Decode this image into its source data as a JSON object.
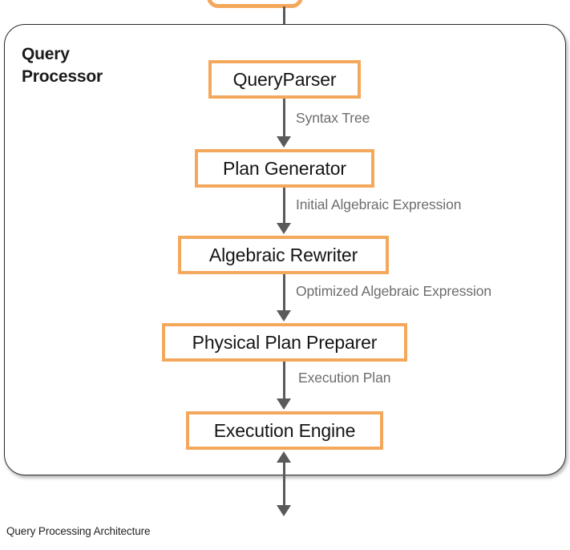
{
  "caption": "Query Processing Architecture",
  "container": {
    "title": "Query\nProcessor",
    "title_line1": "Query",
    "title_line2": "Processor",
    "border_color": "#2b2b2b"
  },
  "colors": {
    "node_border": "#f4a85c",
    "node_fill": "#ffffff",
    "connector": "#5a5a5a",
    "edge_label_text": "#6d6d6d",
    "node_text": "#151515",
    "caption_text": "#232323",
    "background": "#ffffff"
  },
  "nodes": [
    {
      "id": "top-partial",
      "label": ""
    },
    {
      "id": "query-parser",
      "label": "QueryParser"
    },
    {
      "id": "plan-generator",
      "label": "Plan Generator"
    },
    {
      "id": "algebraic-rewriter",
      "label": "Algebraic Rewriter"
    },
    {
      "id": "physical-plan-preparer",
      "label": "Physical Plan Preparer"
    },
    {
      "id": "execution-engine",
      "label": "Execution Engine"
    }
  ],
  "edges": [
    {
      "from": "top-partial",
      "to": "query-parser",
      "label": ""
    },
    {
      "from": "query-parser",
      "to": "plan-generator",
      "label": "Syntax Tree"
    },
    {
      "from": "plan-generator",
      "to": "algebraic-rewriter",
      "label": "Initial Algebraic Expression"
    },
    {
      "from": "algebraic-rewriter",
      "to": "physical-plan-preparer",
      "label": "Optimized Algebraic Expression"
    },
    {
      "from": "physical-plan-preparer",
      "to": "execution-engine",
      "label": "Execution Plan"
    },
    {
      "from": "execution-engine",
      "to": "external-storage",
      "label": "",
      "bidirectional": true
    }
  ]
}
